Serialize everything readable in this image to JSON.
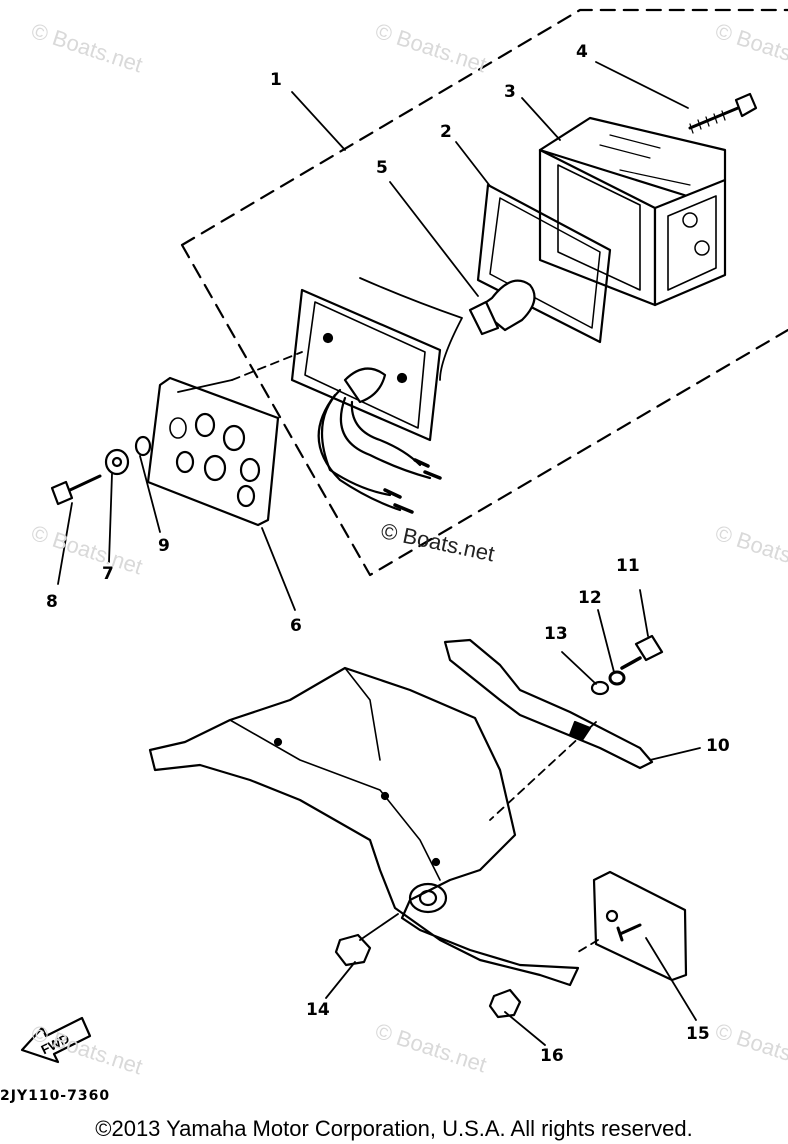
{
  "watermark": "© Boats.net",
  "diagram": {
    "callouts": [
      "1",
      "2",
      "3",
      "4",
      "5",
      "6",
      "7",
      "8",
      "9",
      "10",
      "11",
      "12",
      "13",
      "14",
      "15",
      "16"
    ],
    "fwd_label": "FWD",
    "drawing_code": "2JY110-7360"
  },
  "footer": {
    "copyright": "©2013 Yamaha Motor Corporation, U.S.A. All rights reserved."
  }
}
